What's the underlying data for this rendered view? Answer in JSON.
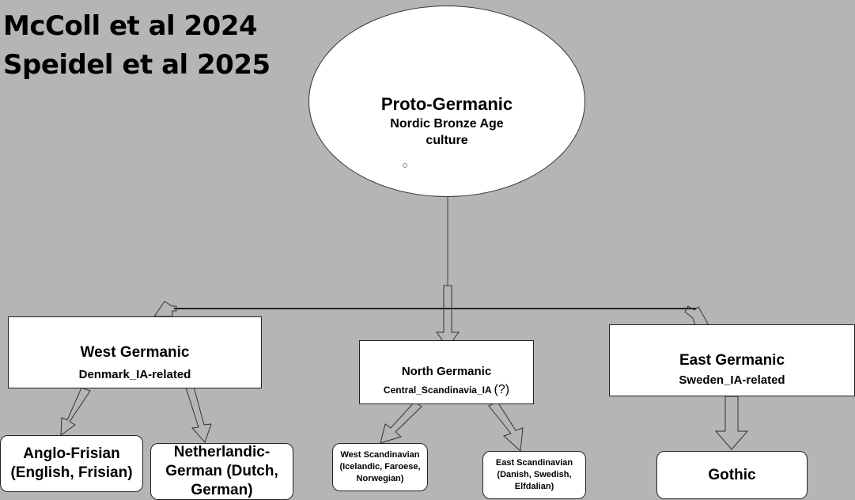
{
  "headings": [
    "McColl et al 2024",
    "Speidel et al 2025"
  ],
  "root": {
    "title": "Proto-Germanic",
    "subtitle": "Nordic Bronze Age culture"
  },
  "branches": {
    "west": {
      "title": "West Germanic",
      "subtitle": "Denmark_IA-related"
    },
    "north": {
      "title": "North Germanic",
      "subtitle": "Central_Scandinavia_IA",
      "note": "(?)"
    },
    "east": {
      "title": "East Germanic",
      "subtitle": "Sweden_IA-related"
    }
  },
  "leaves": {
    "anglo_frisian": "Anglo-Frisian (English, Frisian)",
    "netherlandic_german": "Netherlandic-German (Dutch, German)",
    "west_scandinavian": "West Scandinavian (Icelandic, Faroese, Norwegian)",
    "east_scandinavian": "East Scandinavian (Danish, Swedish, Elfdalian)",
    "gothic": "Gothic"
  },
  "colors": {
    "background": "#b4b5b4",
    "node_fill": "#ffffff",
    "stroke": "#222222"
  }
}
